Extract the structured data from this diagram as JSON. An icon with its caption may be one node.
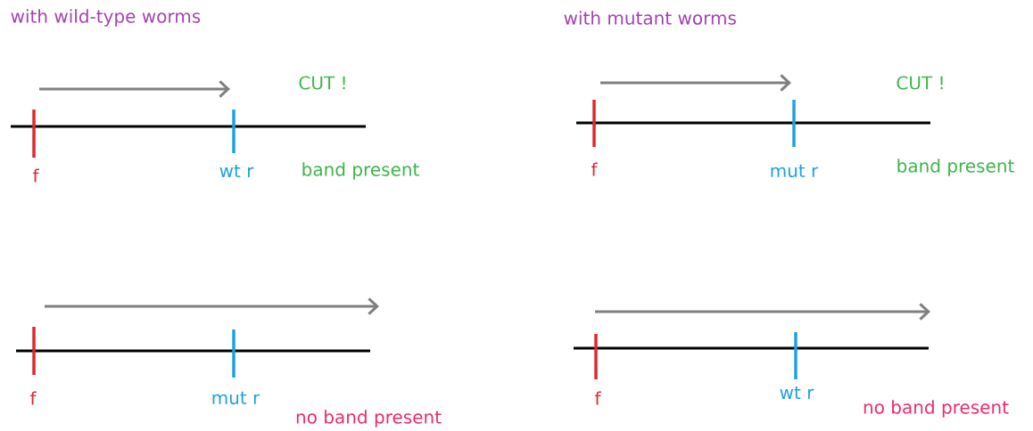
{
  "diagram": {
    "labels": [
      "with wild-type worms",
      "with mutant worms",
      "CUT !",
      "CUT !",
      "f",
      "wt r",
      "band present",
      "f",
      "mut r",
      "band present",
      "f",
      "mut r",
      "no band present",
      "f",
      "wt r",
      "no band present"
    ]
  }
}
